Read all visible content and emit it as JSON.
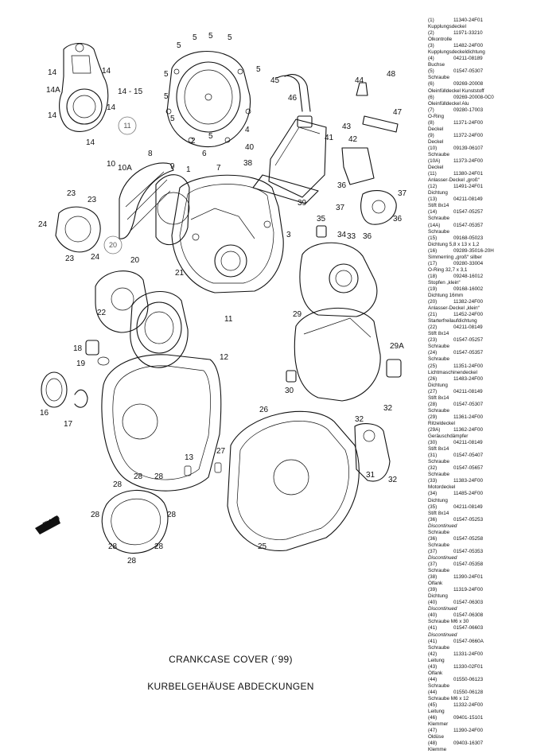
{
  "captions": {
    "title_en": "CRANKCASE COVER (´99)",
    "title_de": "KURBELGEHÄUSE ABDECKUNGEN"
  },
  "diagram": {
    "callouts": [
      {
        "id": "c-14a",
        "text": "14"
      },
      {
        "id": "c-14b",
        "text": "14"
      },
      {
        "id": "c-14A",
        "text": "14A"
      },
      {
        "id": "c-14c",
        "text": "14"
      },
      {
        "id": "c-14-15",
        "text": "14 - 15"
      },
      {
        "id": "c-14d",
        "text": "14"
      },
      {
        "id": "c-14e",
        "text": "14"
      },
      {
        "id": "c-5a",
        "text": "5"
      },
      {
        "id": "c-5b",
        "text": "5"
      },
      {
        "id": "c-5c",
        "text": "5"
      },
      {
        "id": "c-5d",
        "text": "5"
      },
      {
        "id": "c-5e",
        "text": "5"
      },
      {
        "id": "c-5f",
        "text": "5"
      },
      {
        "id": "c-5g",
        "text": "5"
      },
      {
        "id": "c-5h",
        "text": "5"
      },
      {
        "id": "c-5i",
        "text": "5"
      },
      {
        "id": "c-2",
        "text": "2"
      },
      {
        "id": "c-4",
        "text": "4"
      },
      {
        "id": "c-6",
        "text": "6"
      },
      {
        "id": "c-7",
        "text": "7"
      },
      {
        "id": "c-45",
        "text": "45"
      },
      {
        "id": "c-44",
        "text": "44"
      },
      {
        "id": "c-48",
        "text": "48"
      },
      {
        "id": "c-46",
        "text": "46"
      },
      {
        "id": "c-47",
        "text": "47"
      },
      {
        "id": "c-43",
        "text": "43"
      },
      {
        "id": "c-40",
        "text": "40"
      },
      {
        "id": "c-38",
        "text": "38"
      },
      {
        "id": "c-41",
        "text": "41"
      },
      {
        "id": "c-42",
        "text": "42"
      },
      {
        "id": "c-39",
        "text": "39"
      },
      {
        "id": "c-36a",
        "text": "36"
      },
      {
        "id": "c-37a",
        "text": "37"
      },
      {
        "id": "c-37b",
        "text": "37"
      },
      {
        "id": "c-36b",
        "text": "36"
      },
      {
        "id": "c-36c",
        "text": "36"
      },
      {
        "id": "c-8",
        "text": "8"
      },
      {
        "id": "c-9",
        "text": "9"
      },
      {
        "id": "c-10",
        "text": "10"
      },
      {
        "id": "c-10A",
        "text": "10A"
      },
      {
        "id": "c-1",
        "text": "1"
      },
      {
        "id": "c-3",
        "text": "3"
      },
      {
        "id": "c-23a",
        "text": "23"
      },
      {
        "id": "c-23b",
        "text": "23"
      },
      {
        "id": "c-24a",
        "text": "24"
      },
      {
        "id": "c-23c",
        "text": "23"
      },
      {
        "id": "c-24b",
        "text": "24"
      },
      {
        "id": "c-35",
        "text": "35"
      },
      {
        "id": "c-34",
        "text": "34"
      },
      {
        "id": "c-33",
        "text": "33"
      },
      {
        "id": "c-20",
        "text": "20"
      },
      {
        "id": "c-21",
        "text": "21"
      },
      {
        "id": "c-22",
        "text": "22"
      },
      {
        "id": "c-11",
        "text": "11"
      },
      {
        "id": "c-29",
        "text": "29"
      },
      {
        "id": "c-29A",
        "text": "29A"
      },
      {
        "id": "c-18",
        "text": "18"
      },
      {
        "id": "c-19",
        "text": "19"
      },
      {
        "id": "c-12",
        "text": "12"
      },
      {
        "id": "c-16",
        "text": "16"
      },
      {
        "id": "c-17",
        "text": "17"
      },
      {
        "id": "c-30",
        "text": "30"
      },
      {
        "id": "c-26",
        "text": "26"
      },
      {
        "id": "c-32a",
        "text": "32"
      },
      {
        "id": "c-32b",
        "text": "32"
      },
      {
        "id": "c-31",
        "text": "31"
      },
      {
        "id": "c-32c",
        "text": "32"
      },
      {
        "id": "c-13",
        "text": "13"
      },
      {
        "id": "c-27",
        "text": "27"
      },
      {
        "id": "c-25",
        "text": "25"
      },
      {
        "id": "c-28a",
        "text": "28"
      },
      {
        "id": "c-28b",
        "text": "28"
      },
      {
        "id": "c-28c",
        "text": "28"
      },
      {
        "id": "c-28d",
        "text": "28"
      },
      {
        "id": "c-28e",
        "text": "28"
      },
      {
        "id": "c-28f",
        "text": "28"
      },
      {
        "id": "c-28g",
        "text": "28"
      },
      {
        "id": "c-28h",
        "text": "28"
      }
    ],
    "circled_refs": [
      "11",
      "20"
    ],
    "front_marker": "FWD"
  },
  "parts_list": [
    {
      "ref": "(1)",
      "number": "11340-24F01",
      "desc": "Kupplungsdeckel"
    },
    {
      "ref": "(2)",
      "number": "11971-33210",
      "desc": "Ölkontrolle"
    },
    {
      "ref": "(3)",
      "number": "11482-24F00",
      "desc": "Kupplungsdeckeldichtung"
    },
    {
      "ref": "(4)",
      "number": "04211-08189",
      "desc": "Buchse"
    },
    {
      "ref": "(5)",
      "number": "01547-05307",
      "desc": "Schraube"
    },
    {
      "ref": "(6)",
      "number": "09269-20008",
      "desc": "Öleinfülldeckel Kunststoff"
    },
    {
      "ref": "(6)",
      "number": "09269-20008-0C0",
      "desc": "Öleinfülldeckel Alu"
    },
    {
      "ref": "(7)",
      "number": "09280-17003",
      "desc": "O-Ring"
    },
    {
      "ref": "(8)",
      "number": "11371-24F00",
      "desc": "Deckel"
    },
    {
      "ref": "(9)",
      "number": "11372-24F00",
      "desc": "Deckel"
    },
    {
      "ref": "(10)",
      "number": "09139-06107",
      "desc": "Schraube"
    },
    {
      "ref": "(10A)",
      "number": "11373-24F00",
      "desc": "Deckel"
    },
    {
      "ref": "(11)",
      "number": "11380-24F01",
      "desc": "Anlasser-Deckel „groß“"
    },
    {
      "ref": "(12)",
      "number": "11491-24F01",
      "desc": "Dichtung"
    },
    {
      "ref": "(13)",
      "number": "04211-08149",
      "desc": "Stift 8x14"
    },
    {
      "ref": "(14)",
      "number": "01547-05257",
      "desc": "Schraube"
    },
    {
      "ref": "(14A)",
      "number": "01547-05357",
      "desc": "Schraube"
    },
    {
      "ref": "(15)",
      "number": "09168-05023",
      "desc": "Dichtung 5,8 x 13 x 1,2"
    },
    {
      "ref": "(16)",
      "number": "09289-35016-20H",
      "desc": "Simmerring „groß“ silber"
    },
    {
      "ref": "(17)",
      "number": "09280-33004",
      "desc": "O-Ring 32,7 x 3,1"
    },
    {
      "ref": "(18)",
      "number": "09248-16012",
      "desc": "Stopfen „klein“"
    },
    {
      "ref": "(19)",
      "number": "09168-16002",
      "desc": "Dichtung 16mm"
    },
    {
      "ref": "(20)",
      "number": "11382-24F00",
      "desc": "Anlasser-Deckel „klein“"
    },
    {
      "ref": "(21)",
      "number": "11452-24F00",
      "desc": "Starterfreilaufdichtung"
    },
    {
      "ref": "(22)",
      "number": "04211-08149",
      "desc": "Stift 8x14"
    },
    {
      "ref": "(23)",
      "number": "01547-05257",
      "desc": "Schraube"
    },
    {
      "ref": "(24)",
      "number": "01547-05357",
      "desc": "Schraube"
    },
    {
      "ref": "(25)",
      "number": "11351-24F00",
      "desc": "Lichtmaschinendeckel"
    },
    {
      "ref": "(26)",
      "number": "11483-24F00",
      "desc": "Dichtung"
    },
    {
      "ref": "(27)",
      "number": "04211-08149",
      "desc": "Stift 8x14"
    },
    {
      "ref": "(28)",
      "number": "01547-05307",
      "desc": "Schraube"
    },
    {
      "ref": "(29)",
      "number": "11361-24F00",
      "desc": "Ritzeldeckel"
    },
    {
      "ref": "(29A)",
      "number": "11362-24F00",
      "desc": "Geräuschdämpfer"
    },
    {
      "ref": "(30)",
      "number": "04211-08149",
      "desc": "Stift 8x14"
    },
    {
      "ref": "(31)",
      "number": "01547-05407",
      "desc": "Schraube"
    },
    {
      "ref": "(32)",
      "number": "01547-05657",
      "desc": "Schraube"
    },
    {
      "ref": "(33)",
      "number": "11383-24F00",
      "desc": "Motordeckel"
    },
    {
      "ref": "(34)",
      "number": "11485-24F00",
      "desc": "Dichtung"
    },
    {
      "ref": "(35)",
      "number": "04211-08149",
      "desc": "Stift 8x14"
    },
    {
      "ref": "(36)",
      "number": "01547-05253",
      "desc": "Schraube",
      "discontinued": "Discontinued"
    },
    {
      "ref": "(36)",
      "number": "01547-05258",
      "desc": "Schraube"
    },
    {
      "ref": "(37)",
      "number": "01547-05353",
      "desc": "Discontinued",
      "discontinued": ""
    },
    {
      "ref": "(37)",
      "number": "01547-05358",
      "desc": "Schraube"
    },
    {
      "ref": "(38)",
      "number": "11390-24F01",
      "desc": "Ölfank"
    },
    {
      "ref": "(39)",
      "number": "11319-24F00",
      "desc": "Dichtung"
    },
    {
      "ref": "(40)",
      "number": "01547-06303",
      "desc": "Discontinued",
      "discontinued": ""
    },
    {
      "ref": "(40)",
      "number": "01547-06308",
      "desc": "Schraube M6 x 30"
    },
    {
      "ref": "(41)",
      "number": "01547-06603",
      "desc": "Discontinued",
      "discontinued": ""
    },
    {
      "ref": "(41)",
      "number": "01547-0660A",
      "desc": "Schraube"
    },
    {
      "ref": "(42)",
      "number": "11331-24F00",
      "desc": "Leitung"
    },
    {
      "ref": "(43)",
      "number": "11330-02F01",
      "desc": "Ölfank"
    },
    {
      "ref": "(44)",
      "number": "01550-06123",
      "desc": "Schraube"
    },
    {
      "ref": "(44)",
      "number": "01550-06128",
      "desc": "Schraube M6 x 12"
    },
    {
      "ref": "(45)",
      "number": "11332-24F00",
      "desc": "Leitung"
    },
    {
      "ref": "(46)",
      "number": "09401-15101",
      "desc": "Klemmer"
    },
    {
      "ref": "(47)",
      "number": "11390-24F00",
      "desc": "Öldüse"
    },
    {
      "ref": "(48)",
      "number": "09403-16307",
      "desc": "Klemme"
    }
  ]
}
